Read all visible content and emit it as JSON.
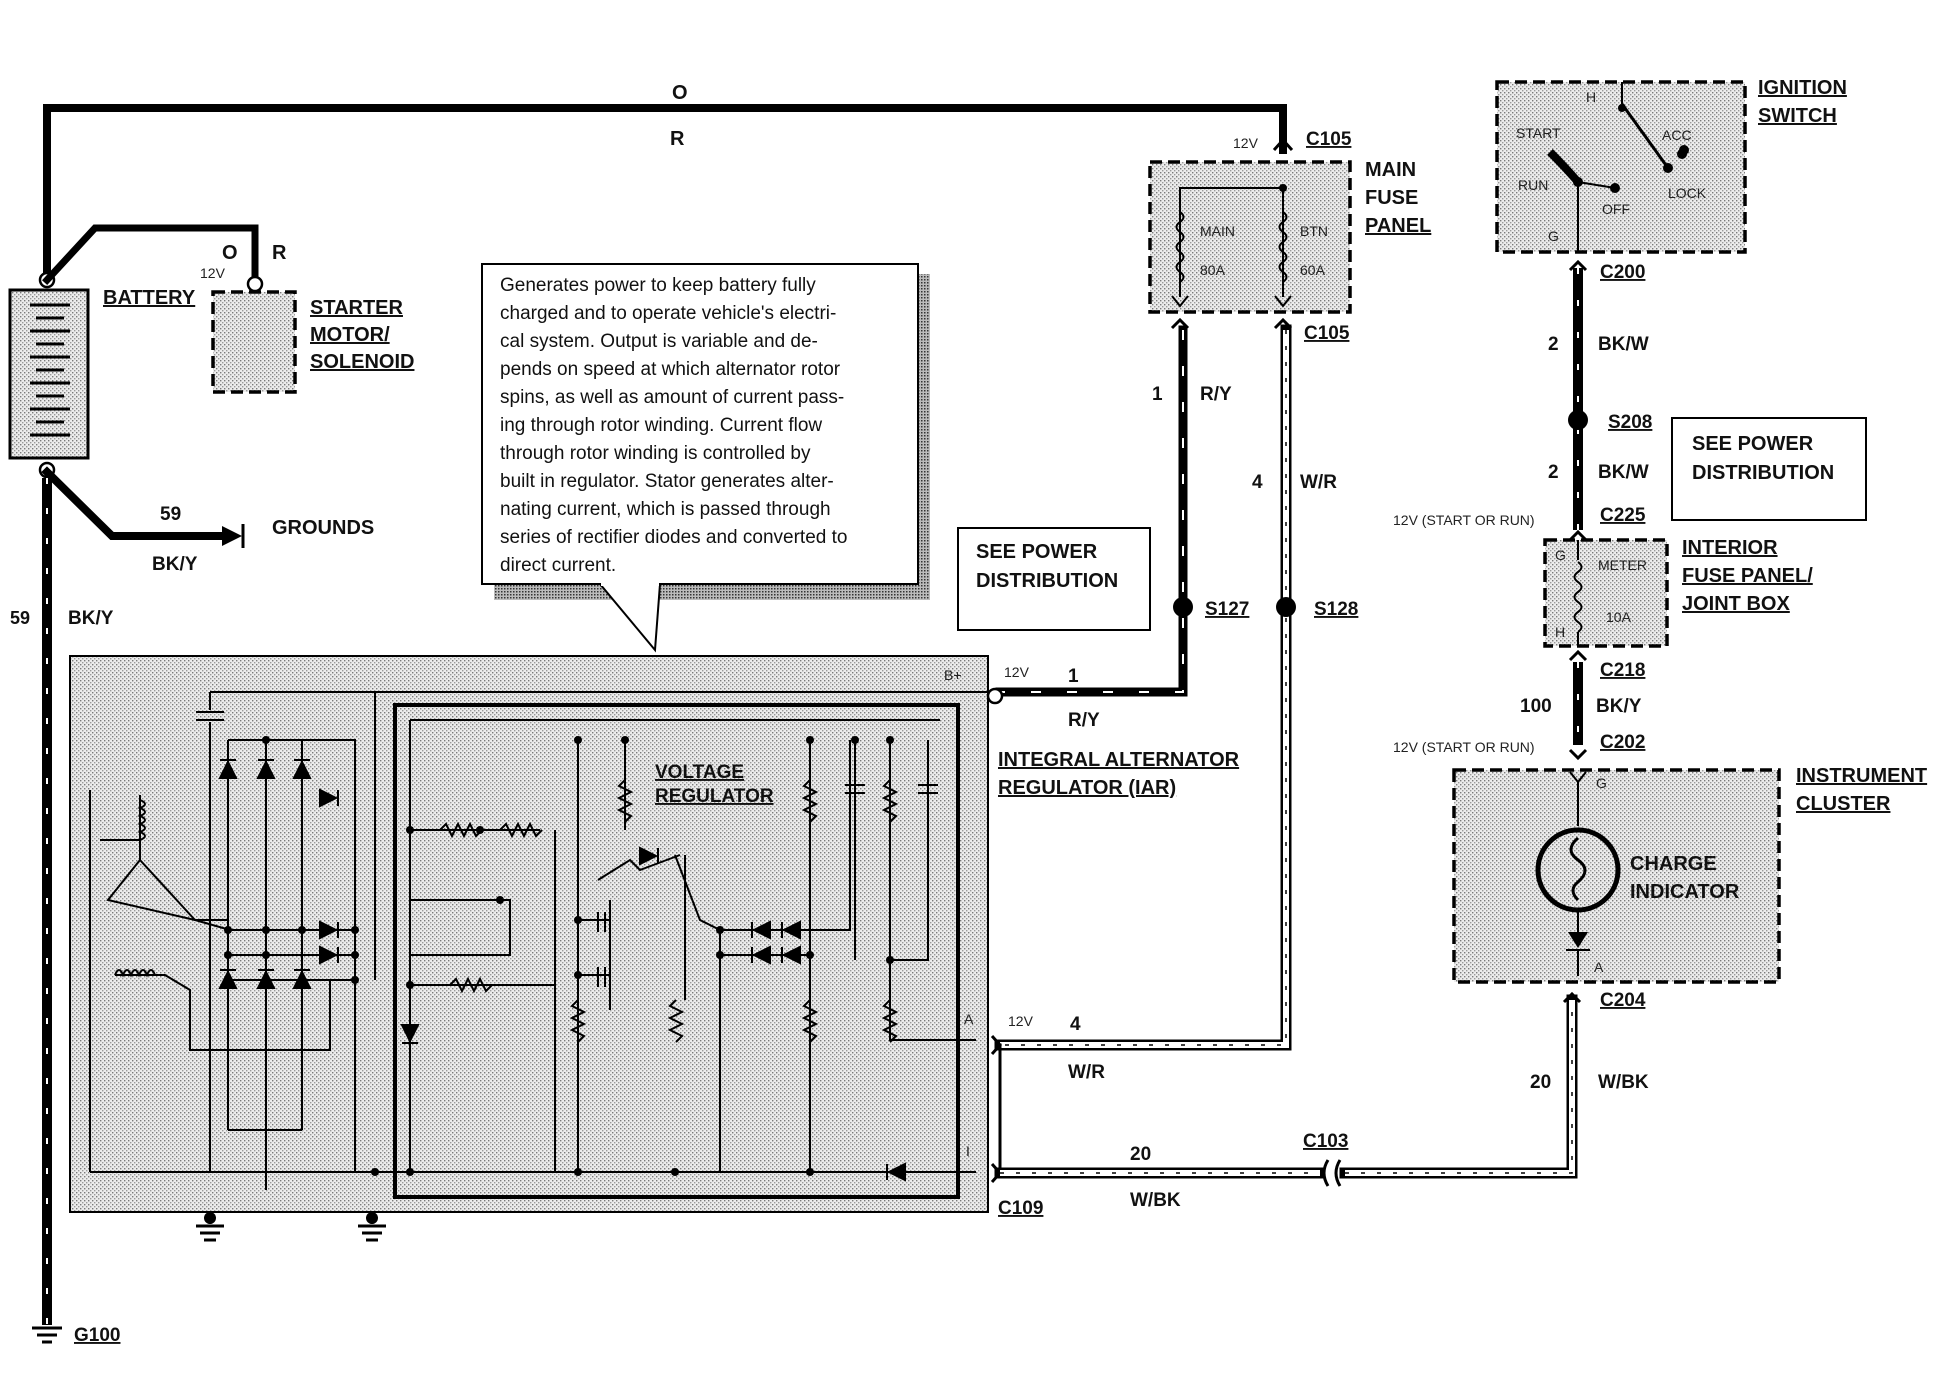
{
  "top_wire": {
    "label_top": "O",
    "label_bottom": "R"
  },
  "battery": {
    "label": "BATTERY"
  },
  "starter": {
    "label_o": "O",
    "label_r": "R",
    "voltage": "12V",
    "label": [
      "STARTER",
      "MOTOR/",
      "SOLENOID"
    ]
  },
  "grounds": {
    "circuit": "59",
    "color": "BK/Y",
    "label": "GROUNDS"
  },
  "battery_ground": {
    "circuit": "59",
    "color": "BK/Y",
    "ground": "G100"
  },
  "note_box": {
    "lines": [
      "Generates power to keep battery fully",
      "charged and to operate vehicle's electri-",
      "cal system.  Output is variable and de-",
      "pends on speed at which alternator rotor",
      "spins, as well as amount of current pass-",
      "ing through rotor winding.  Current flow",
      "through rotor winding is controlled by",
      "built in regulator.  Stator generates alter-",
      "nating current, which is passed through",
      "series of rectifier diodes and converted to",
      "direct current."
    ]
  },
  "main_fuse": {
    "voltage": "12V",
    "conn_top": "C105",
    "conn_bottom": "C105",
    "label": [
      "MAIN",
      "FUSE",
      "PANEL"
    ],
    "fuse1_name": "MAIN",
    "fuse1_rating": "80A",
    "fuse2_name": "BTN",
    "fuse2_rating": "60A"
  },
  "ry_wire": {
    "circuit": "1",
    "color": "R/Y",
    "splice": "S127"
  },
  "wr_wire": {
    "circuit": "4",
    "color": "W/R",
    "splice": "S128"
  },
  "see_power_1": {
    "lines": [
      "SEE POWER",
      "DISTRIBUTION"
    ]
  },
  "alternator": {
    "label": [
      "INTEGRAL ALTERNATOR",
      "REGULATOR (IAR)"
    ],
    "vr_label": [
      "VOLTAGE",
      "REGULATOR"
    ],
    "term_b": "B+",
    "term_a": "A",
    "term_i": "I",
    "b_voltage": "12V",
    "b_circuit": "1",
    "b_color": "R/Y",
    "a_voltage": "12V",
    "a_circuit": "4",
    "a_color": "W/R",
    "i_conn": "C109",
    "i_circuit": "20",
    "i_color": "W/BK",
    "inline_conn": "C103"
  },
  "ignition": {
    "label": [
      "IGNITION",
      "SWITCH"
    ],
    "pos_h": "H",
    "pos_start": "START",
    "pos_acc": "ACC",
    "pos_run": "RUN",
    "pos_off": "OFF",
    "pos_lock": "LOCK",
    "pos_g": "G",
    "conn": "C200"
  },
  "bkw_wire": {
    "circuit": "2",
    "color": "BK/W",
    "splice": "S208",
    "circuit2": "2",
    "color2": "BK/W"
  },
  "see_power_2": {
    "lines": [
      "SEE POWER",
      "DISTRIBUTION"
    ]
  },
  "interior_fuse": {
    "voltage": "12V (START OR RUN)",
    "conn_top": "C225",
    "label": [
      "INTERIOR",
      "FUSE PANEL/",
      "JOINT BOX"
    ],
    "pin_g": "G",
    "pin_h": "H",
    "fuse_name": "METER",
    "fuse_rating": "10A",
    "conn_bottom": "C218"
  },
  "bky_wire": {
    "circuit": "100",
    "color": "BK/Y",
    "voltage": "12V (START OR RUN)",
    "conn": "C202"
  },
  "cluster": {
    "label": [
      "INSTRUMENT",
      "CLUSTER"
    ],
    "pin_g": "G",
    "pin_a": "A",
    "indicator": [
      "CHARGE",
      "INDICATOR"
    ],
    "conn": "C204"
  },
  "wbk_wire": {
    "circuit": "20",
    "color": "W/BK"
  }
}
